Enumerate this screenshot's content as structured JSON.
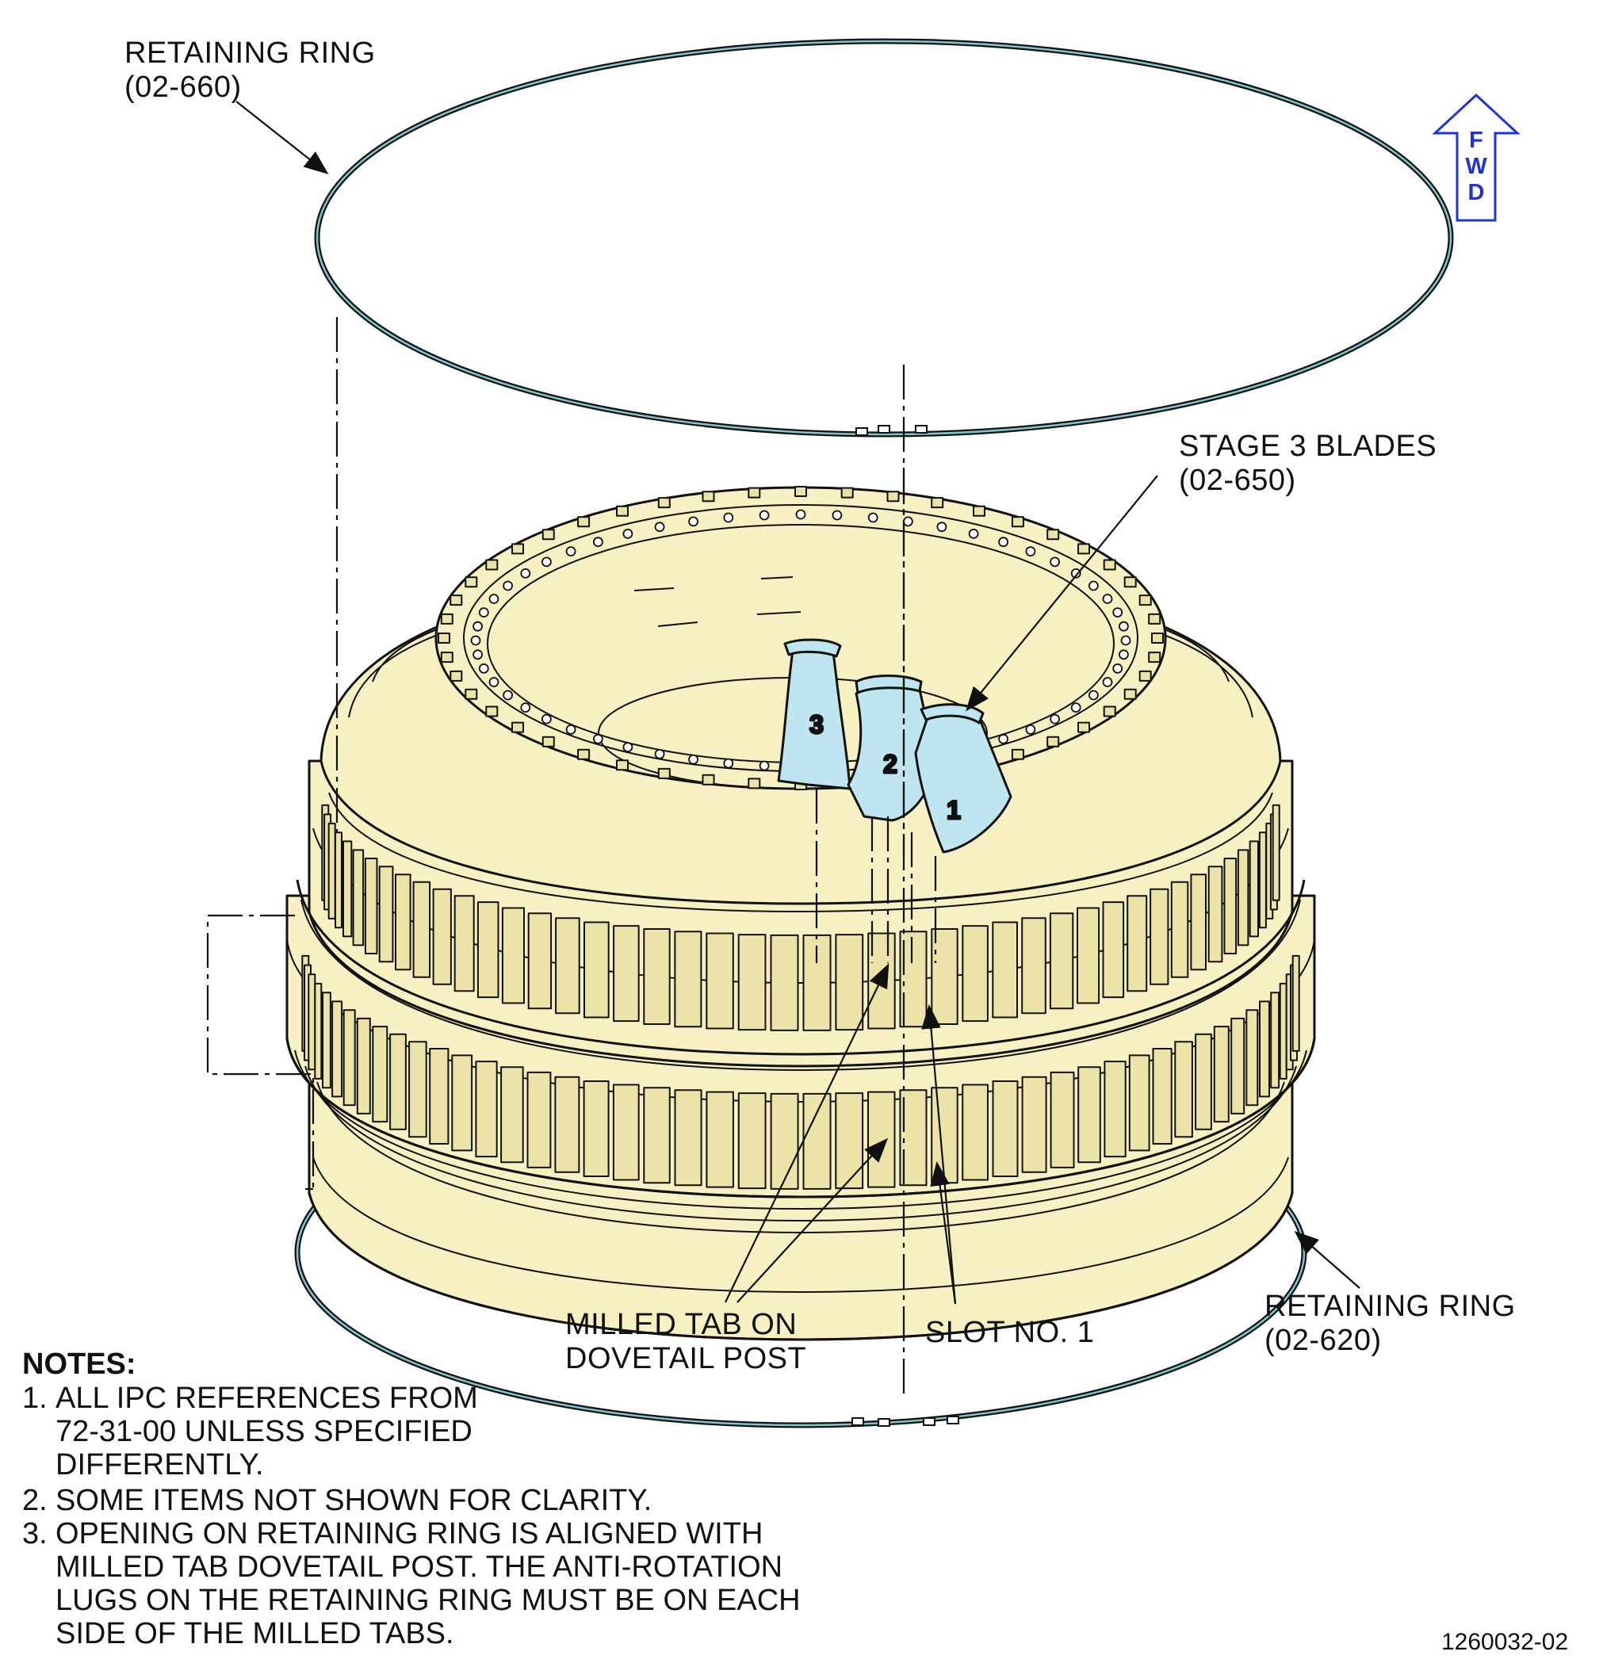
{
  "labels": {
    "retaining_ring_top": {
      "name": "RETAINING RING",
      "ref": "(02-660)"
    },
    "stage3_blades": {
      "name": "STAGE 3 BLADES",
      "ref": "(02-650)"
    },
    "retaining_ring_bottom": {
      "name": "RETAINING RING",
      "ref": "(02-620)"
    },
    "milled_tab": {
      "line1": "MILLED TAB ON",
      "line2": "DOVETAIL POST"
    },
    "slot": "SLOT NO. 1"
  },
  "fwd_arrow": {
    "letters": [
      "F",
      "W",
      "D"
    ],
    "color": "#1e32d8"
  },
  "blade_numbers": [
    "3",
    "2",
    "1"
  ],
  "notes": {
    "title": "NOTES:",
    "items": [
      {
        "num": "1.",
        "lines": [
          "ALL IPC REFERENCES FROM",
          "72-31-00 UNLESS SPECIFIED",
          "DIFFERENTLY."
        ]
      },
      {
        "num": "2.",
        "lines": [
          "SOME ITEMS NOT SHOWN FOR CLARITY."
        ]
      },
      {
        "num": "3.",
        "lines": [
          "OPENING ON RETAINING RING IS ALIGNED WITH",
          "MILLED TAB DOVETAIL POST. THE ANTI-ROTATION",
          "LUGS ON THE RETAINING RING MUST BE ON EACH",
          "SIDE OF THE MILLED TABS."
        ]
      }
    ]
  },
  "doc_id": "1260032-02",
  "colors": {
    "disk": "#f6f0c2",
    "blade": "#bfe6f0",
    "ring": "#3d7a80",
    "line": "#111111"
  }
}
